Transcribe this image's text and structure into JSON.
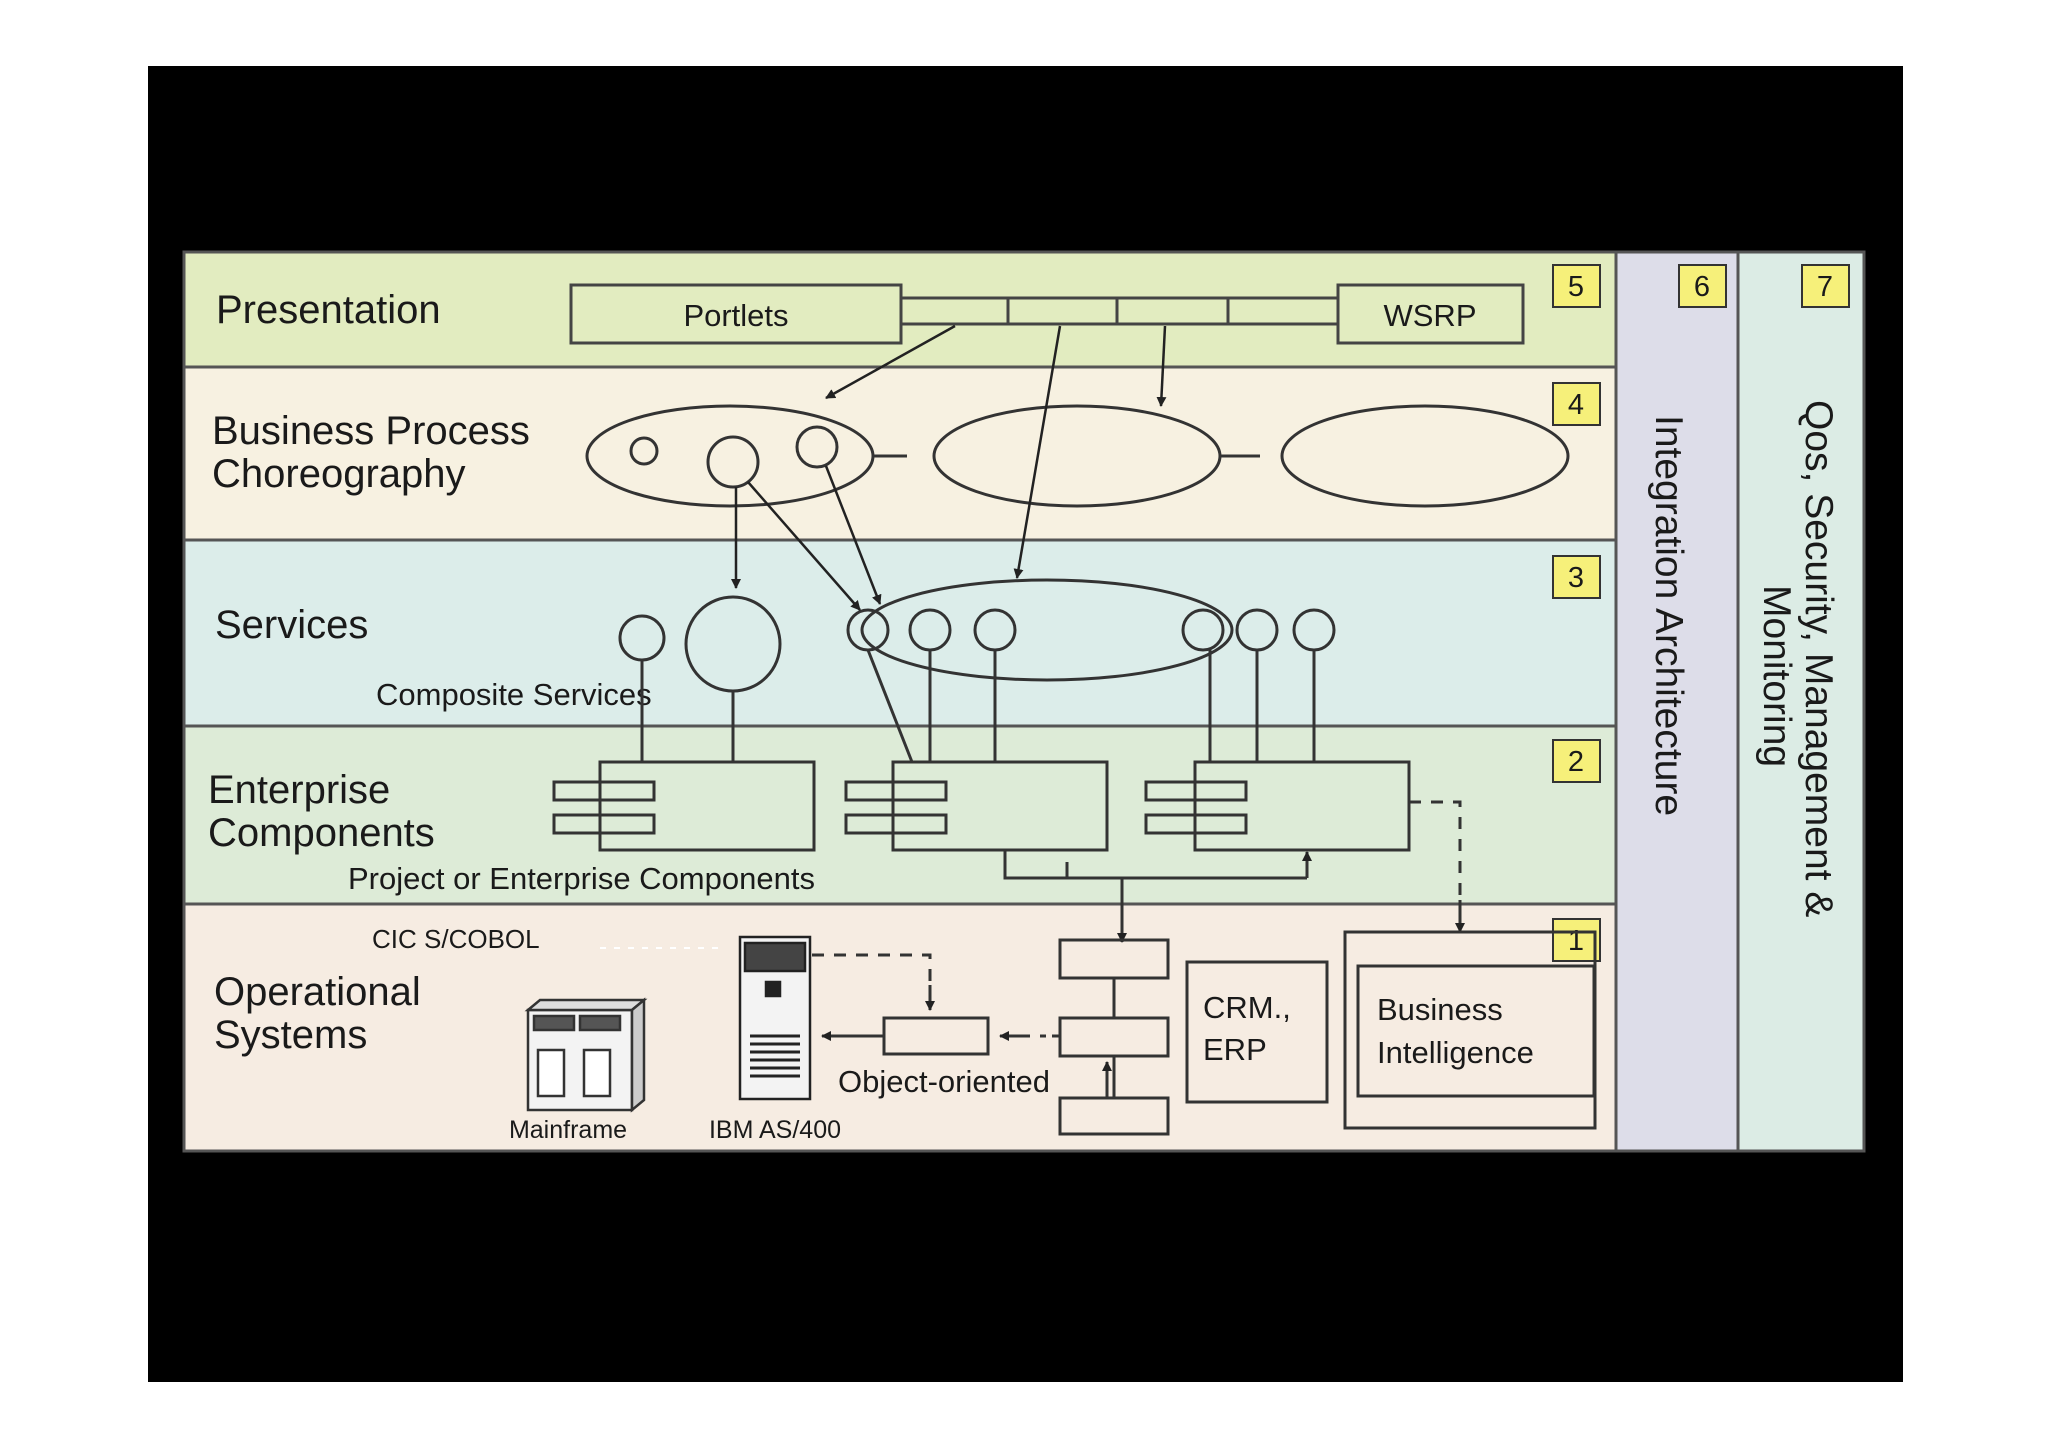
{
  "layers": {
    "presentation": {
      "label": "Presentation",
      "number": "5"
    },
    "business_process": {
      "label_line1": "Business Process",
      "label_line2": "Choreography",
      "number": "4"
    },
    "services": {
      "label": "Services",
      "number": "3",
      "sublabel": "Composite Services"
    },
    "enterprise_components": {
      "label_line1": "Enterprise",
      "label_line2": "Components",
      "number": "2",
      "sublabel": "Project or Enterprise Components"
    },
    "operational_systems": {
      "label_line1": "Operational",
      "label_line2": "Systems",
      "number": "1"
    }
  },
  "presentation": {
    "portlets": "Portlets",
    "wsrp": "WSRP"
  },
  "operational": {
    "cics": "CIC S/COBOL",
    "mainframe": "Mainframe",
    "as400": "IBM AS/400",
    "object_oriented": "Object-oriented",
    "crm_line1": "CRM.,",
    "crm_line2": "ERP",
    "bi_line1": "Business",
    "bi_line2": "Intelligence"
  },
  "side_columns": {
    "integration": {
      "label": "Integration Architecture",
      "number": "6"
    },
    "qos": {
      "label_line1": "Qos, Security, Management &",
      "label_line2": "Monitoring",
      "number": "7"
    }
  },
  "colors": {
    "presentation": "#e2ecc0",
    "business_process": "#f7f1e1",
    "services": "#dcedea",
    "enterprise": "#ddebd7",
    "operational": "#f6ece2",
    "integration": "#dddde9",
    "qos": "#dcece5",
    "badge": "#f6f07a"
  }
}
